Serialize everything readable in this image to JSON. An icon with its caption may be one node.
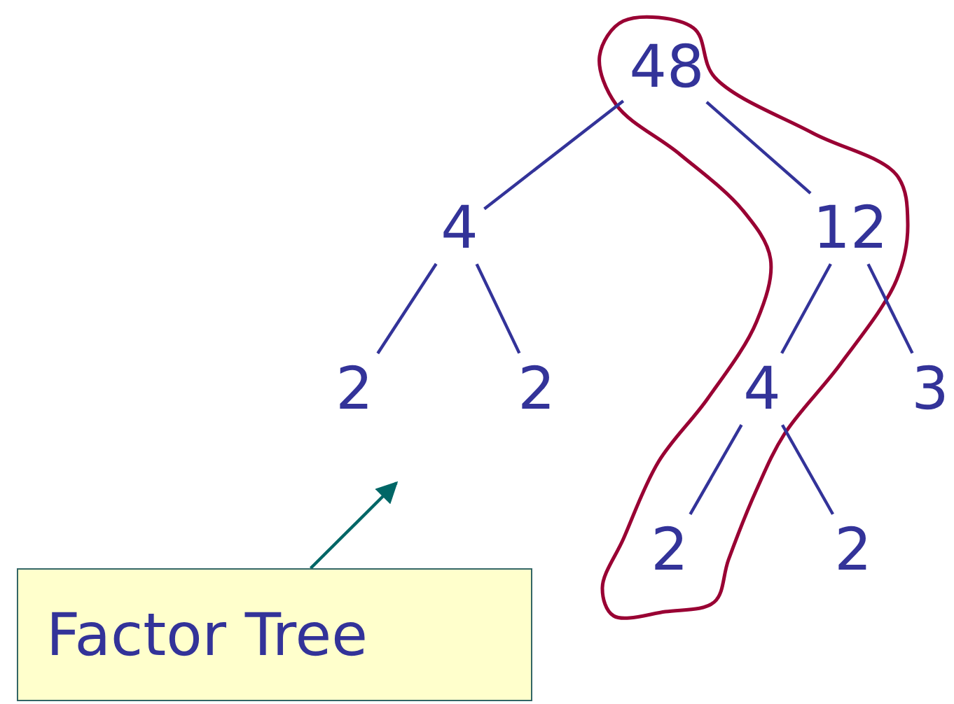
{
  "diagram": {
    "nodes": [
      {
        "text": [
          "48"
        ]
      },
      {
        "text": [
          "4"
        ]
      },
      {
        "text": [
          "12"
        ]
      },
      {
        "text": [
          "2"
        ]
      },
      {
        "text": [
          "2"
        ]
      },
      {
        "text": [
          "4"
        ]
      },
      {
        "text": [
          "3"
        ]
      },
      {
        "text": [
          "2"
        ]
      },
      {
        "text": [
          "2"
        ]
      },
      {
        "text": [
          "Factor Tree"
        ]
      }
    ],
    "edges": [
      {
        "from": 0,
        "to": 1,
        "arrow": "none"
      },
      {
        "from": 0,
        "to": 2,
        "arrow": "none"
      },
      {
        "from": 1,
        "to": 3,
        "arrow": "none"
      },
      {
        "from": 1,
        "to": 4,
        "arrow": "none"
      },
      {
        "from": 2,
        "to": 5,
        "arrow": "none"
      },
      {
        "from": 2,
        "to": 6,
        "arrow": "none"
      },
      {
        "from": 5,
        "to": 7,
        "arrow": "none"
      },
      {
        "from": 5,
        "to": 8,
        "arrow": "none"
      },
      {
        "from": 9,
        "to": null,
        "arrow": "to",
        "color": "#006666"
      }
    ]
  }
}
